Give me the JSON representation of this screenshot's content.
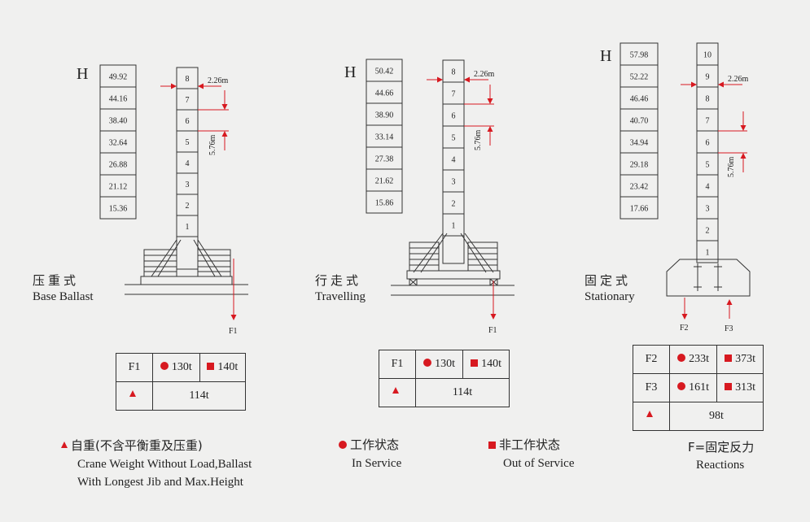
{
  "h_label": "H",
  "jib_label": "2.26m",
  "section_label": "5.76m",
  "cranes": [
    {
      "title_cn": "压重式",
      "title_en": "Base Ballast",
      "heights": [
        "49.92",
        "44.16",
        "38.40",
        "32.64",
        "26.88",
        "21.12",
        "15.36"
      ],
      "sections": [
        "8",
        "7",
        "6",
        "5",
        "4",
        "3",
        "2",
        "1"
      ],
      "forces": [
        "F1"
      ],
      "table": {
        "rows": [
          {
            "label": "F1",
            "in_service": "130t",
            "out_service": "140t"
          }
        ],
        "weight": "114t"
      }
    },
    {
      "title_cn": "行走式",
      "title_en": "Travelling",
      "heights": [
        "50.42",
        "44.66",
        "38.90",
        "33.14",
        "27.38",
        "21.62",
        "15.86"
      ],
      "sections": [
        "8",
        "7",
        "6",
        "5",
        "4",
        "3",
        "2",
        "1"
      ],
      "forces": [
        "F1"
      ],
      "table": {
        "rows": [
          {
            "label": "F1",
            "in_service": "130t",
            "out_service": "140t"
          }
        ],
        "weight": "114t"
      }
    },
    {
      "title_cn": "固定式",
      "title_en": "Stationary",
      "heights": [
        "57.98",
        "52.22",
        "46.46",
        "40.70",
        "34.94",
        "29.18",
        "23.42",
        "17.66"
      ],
      "sections": [
        "10",
        "9",
        "8",
        "7",
        "6",
        "5",
        "4",
        "3",
        "2",
        "1"
      ],
      "forces": [
        "F2",
        "F3"
      ],
      "table": {
        "rows": [
          {
            "label": "F2",
            "in_service": "233t",
            "out_service": "373t"
          },
          {
            "label": "F3",
            "in_service": "161t",
            "out_service": "313t"
          }
        ],
        "weight": "98t"
      }
    }
  ],
  "legend": {
    "weight_cn": "自重(不含平衡重及压重)",
    "weight_en_1": "Crane Weight Without Load,Ballast",
    "weight_en_2": "With Longest Jib and Max.Height",
    "in_service_cn": "工作状态",
    "in_service_en": "In Service",
    "out_service_cn": "非工作状态",
    "out_service_en": "Out of Service",
    "reactions_cn": "F=固定反力",
    "reactions_en": "Reactions"
  },
  "colors": {
    "accent": "#d71920",
    "line": "#333333",
    "background": "#f0f0ef"
  }
}
